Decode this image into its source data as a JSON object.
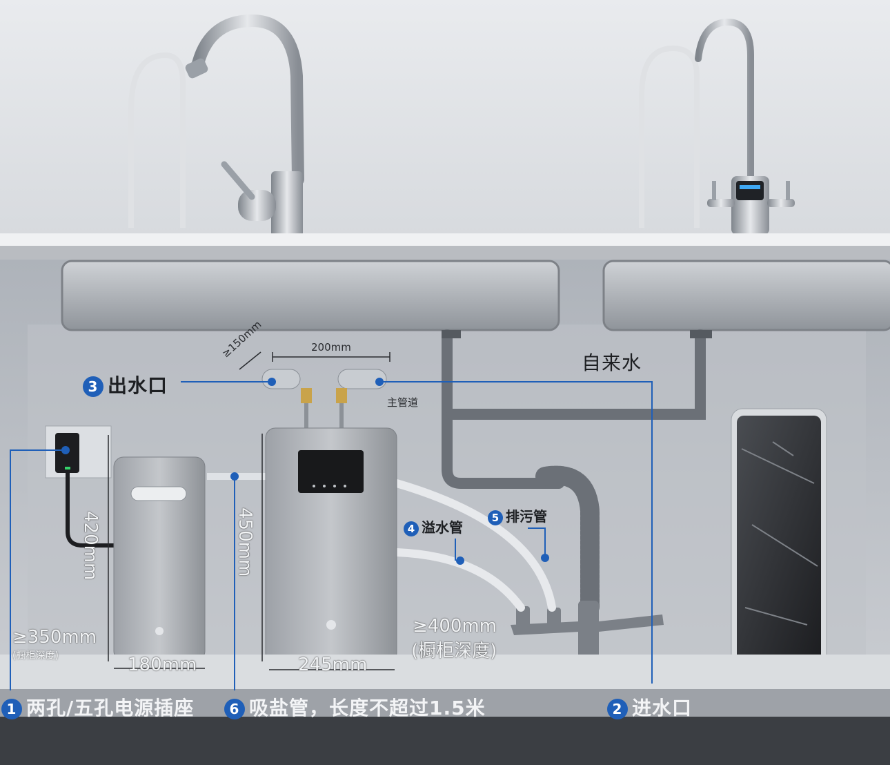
{
  "labels": {
    "outlet": {
      "num": "3",
      "text": "出水口"
    },
    "tap_water": "自来水",
    "main_pipe": "主管道",
    "overflow": {
      "num": "4",
      "text": "溢水管"
    },
    "drain": {
      "num": "5",
      "text": "排污管"
    },
    "socket": {
      "num": "1",
      "text": "两孔/五孔电源插座"
    },
    "salt_tube": {
      "num": "6",
      "text": "吸盐管，长度不超过1.5米"
    },
    "inlet": {
      "num": "2",
      "text": "进水口"
    }
  },
  "dimensions": {
    "spacing_200": "200mm",
    "depth_150": "≥150mm",
    "height_420": "420mm",
    "height_450": "450mm",
    "width_180": "180mm",
    "width_245": "245mm",
    "cabinet_350": "≥350mm",
    "cabinet_350_note": "(橱柜深度)",
    "cabinet_400": "≥400mm",
    "cabinet_400_note": "(橱柜深度)"
  },
  "colors": {
    "accent_blue": "#1f5fb8",
    "device_gray": "#8e9196",
    "pipe_gray": "#6b7077"
  }
}
